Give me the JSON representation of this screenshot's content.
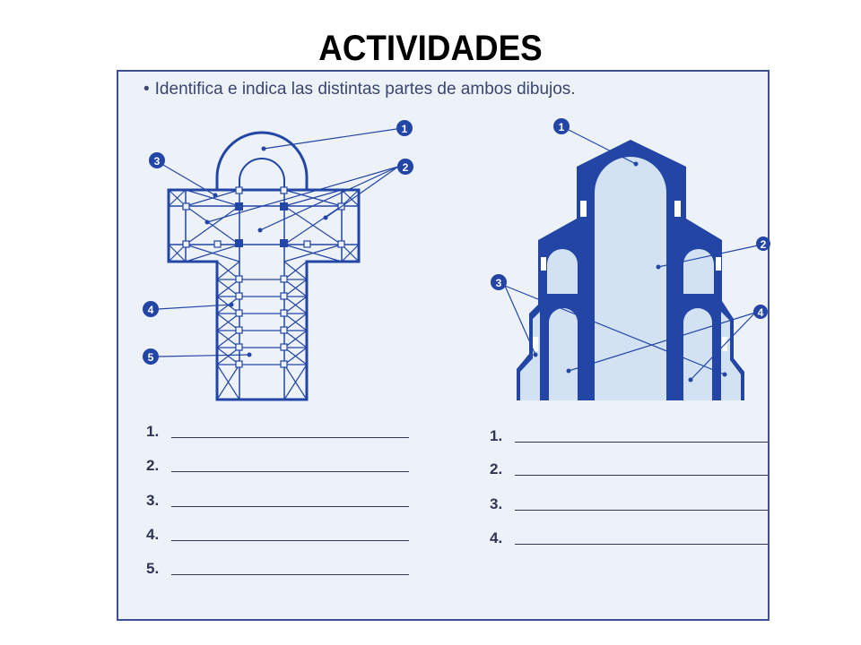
{
  "title": "ACTIVIDADES",
  "instruction": {
    "bullet": "•",
    "text": "Identifica e indica  las distintas partes de ambos dibujos."
  },
  "plan_drawing": {
    "callouts": [
      "1",
      "2",
      "3",
      "4",
      "5"
    ]
  },
  "section_drawing": {
    "callouts": [
      "1",
      "2",
      "3",
      "4"
    ]
  },
  "answers_left": [
    {
      "num": "1."
    },
    {
      "num": "2."
    },
    {
      "num": "3."
    },
    {
      "num": "4."
    },
    {
      "num": "5."
    }
  ],
  "answers_right": [
    {
      "num": "1."
    },
    {
      "num": "2."
    },
    {
      "num": "3."
    },
    {
      "num": "4."
    }
  ],
  "colors": {
    "frame": "#3e4f96",
    "drawing": "#2346a6",
    "fill": "#cfe0f1",
    "sheet": "#edf1f8"
  }
}
